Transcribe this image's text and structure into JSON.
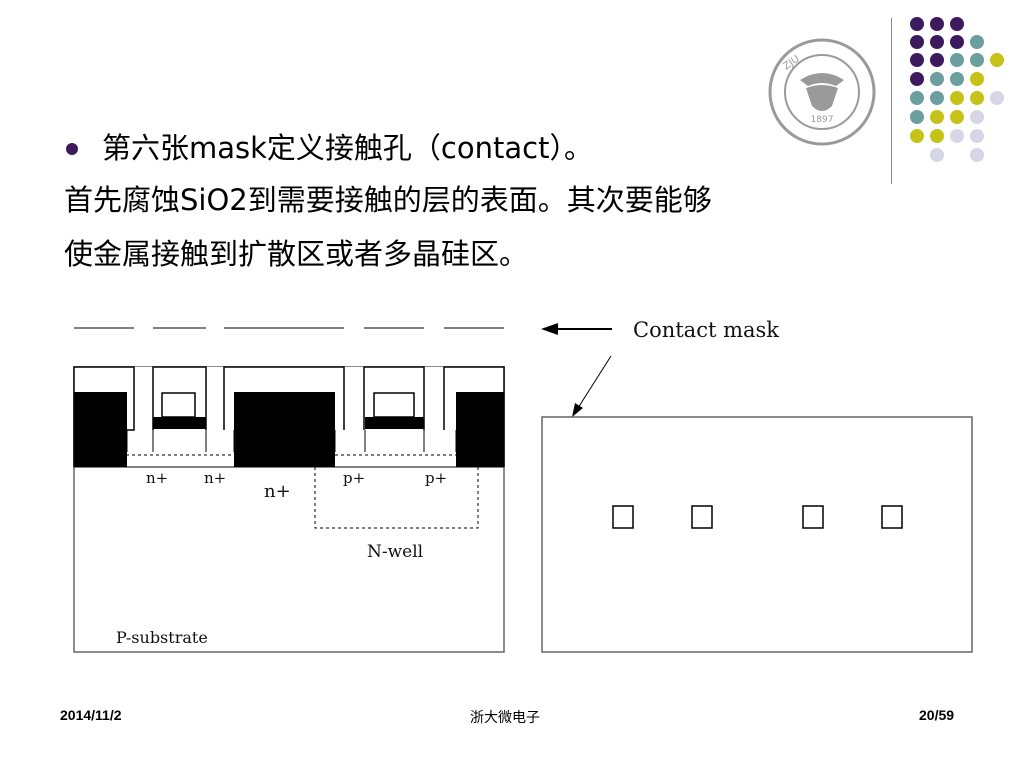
{
  "slide": {
    "bullet_text": "第六张mask定义接触孔（contact）。",
    "paragraph_line_1": "首先腐蚀SiO2到需要接触的层的表面。其次要能够",
    "paragraph_line_2": "使金属接触到扩散区或者多晶硅区。"
  },
  "diagram": {
    "labels": {
      "contact_mask": "Contact mask",
      "n_plus_1": "n+",
      "n_plus_2": "n+",
      "n_plus_3": "n+",
      "p_plus_1": "p+",
      "p_plus_2": "p+",
      "n_well": "N-well",
      "p_substrate": "P-substrate"
    }
  },
  "footer": {
    "date": "2014/11/2",
    "center": "浙大微电子",
    "page": "20/59"
  },
  "colors": {
    "purple": "#3d1a5e",
    "teal": "#6b9e9e",
    "olive": "#c6c21a",
    "lavender": "#d6d6e6"
  }
}
